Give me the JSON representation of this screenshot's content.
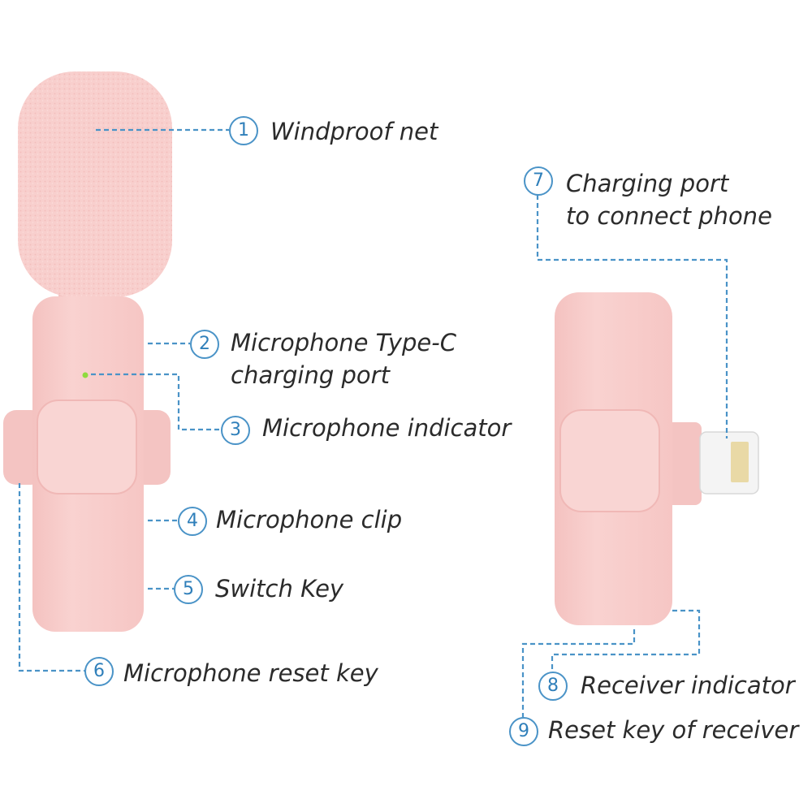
{
  "colors": {
    "device_pink": "#f8cdcb",
    "device_pink_dark": "#f2b8b6",
    "leader_line": "#4a93c7",
    "indicator_green": "#8fdb3e",
    "label_text": "#2b2b2b",
    "connector_white": "#f4f4f4",
    "connector_gold": "#e9d9a6"
  },
  "callouts": [
    {
      "number": "1",
      "text": "Windproof net"
    },
    {
      "number": "2",
      "text": "Microphone Type-C",
      "text2": "charging port"
    },
    {
      "number": "3",
      "text": "Microphone indicator"
    },
    {
      "number": "4",
      "text": "Microphone clip"
    },
    {
      "number": "5",
      "text": "Switch Key"
    },
    {
      "number": "6",
      "text": "Microphone reset key"
    },
    {
      "number": "7",
      "text": "Charging port",
      "text2": "to connect phone"
    },
    {
      "number": "8",
      "text": "Receiver indicator"
    },
    {
      "number": "9",
      "text": "Reset key of receiver"
    }
  ]
}
